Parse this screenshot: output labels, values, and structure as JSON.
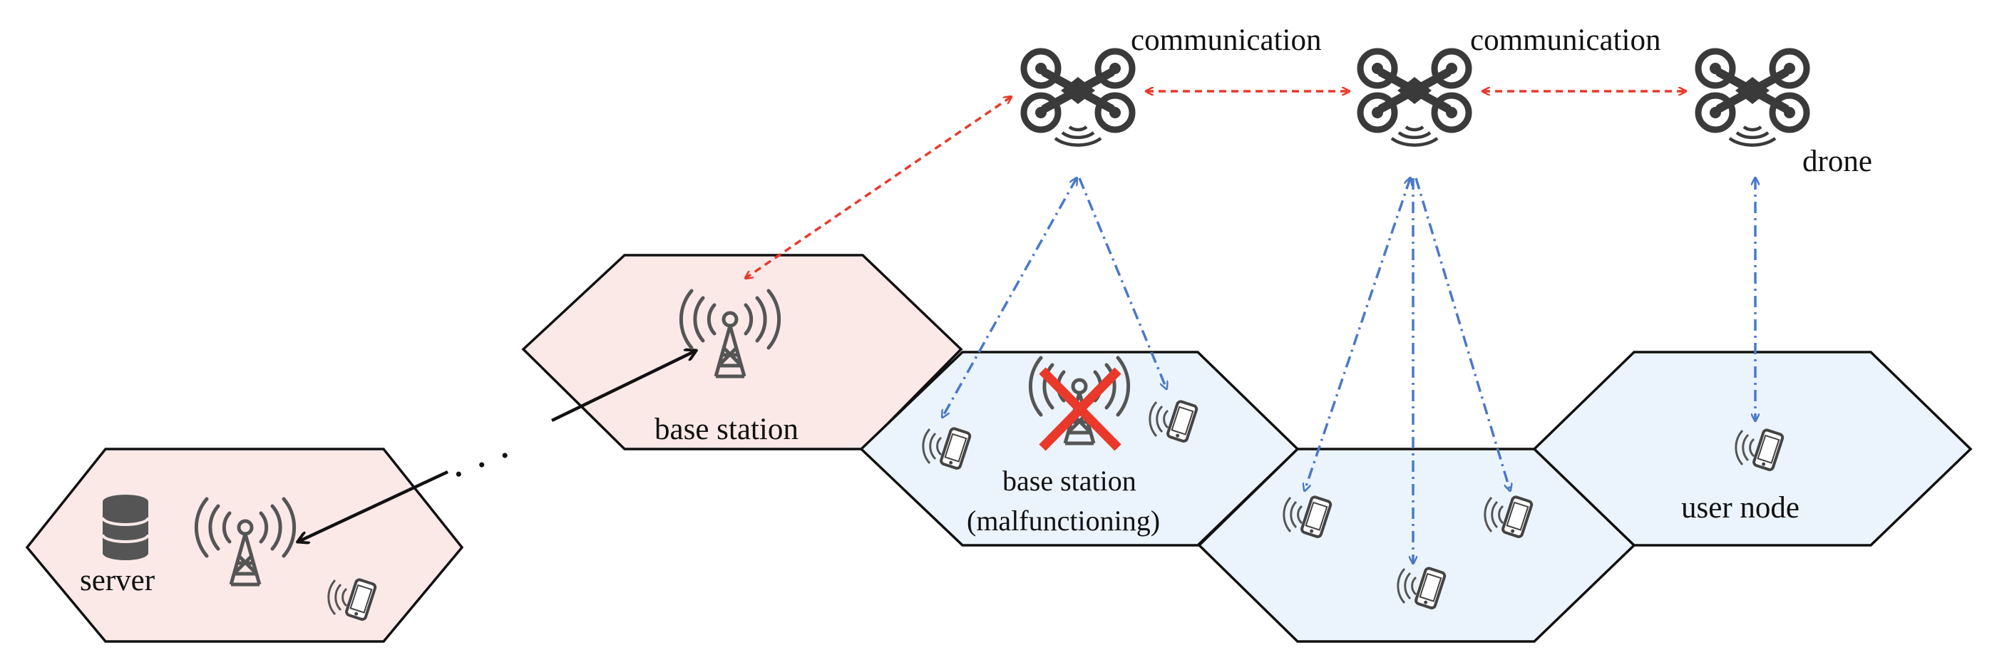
{
  "colors": {
    "cell_pink": "#fbe9e8",
    "cell_blue": "#ebf4fd",
    "cell_stroke": "#111111",
    "drone_link": "#e8392a",
    "user_link": "#4a78c8",
    "backhaul": "#111111",
    "icon": "#555555",
    "fail_cross": "#e8392a"
  },
  "labels": {
    "server": "server",
    "base_station": "base station",
    "malfunction_line1": "base station",
    "malfunction_line2": "(malfunctioning)",
    "user_node": "user node",
    "drone": "drone",
    "communication_1": "communication",
    "communication_2": "communication",
    "ellipsis": "· · ·"
  },
  "nodes": {
    "cells": [
      {
        "id": "server-cell",
        "fill": "pink"
      },
      {
        "id": "base-station-cell",
        "fill": "pink"
      },
      {
        "id": "malfunction-cell",
        "fill": "blue"
      },
      {
        "id": "middle-cell",
        "fill": "blue"
      },
      {
        "id": "user-node-cell",
        "fill": "blue"
      }
    ],
    "drones": [
      "drone-1",
      "drone-2",
      "drone-3"
    ],
    "icons": {
      "server": "database-icon",
      "tower": "cell-tower-icon",
      "phone": "mobile-phone-icon",
      "drone": "quadcopter-drone-icon",
      "failure": "red-x-icon"
    }
  },
  "edges": [
    {
      "from": "drone-1",
      "to": "drone-2",
      "style": "red-dashed-bidirectional",
      "label_ref": "communication_1"
    },
    {
      "from": "drone-2",
      "to": "drone-3",
      "style": "red-dashed-bidirectional",
      "label_ref": "communication_2"
    },
    {
      "from": "drone-1",
      "to": "base-station",
      "style": "red-dashed-bidirectional"
    },
    {
      "from": "drone-1",
      "to": "phone",
      "style": "blue-dashdot",
      "count": 2
    },
    {
      "from": "drone-2",
      "to": "phone",
      "style": "blue-dashdot",
      "count": 3
    },
    {
      "from": "drone-3",
      "to": "user-node",
      "style": "blue-dashdot"
    },
    {
      "from": "backhaul",
      "to": "base-station",
      "style": "black-solid-arrow"
    },
    {
      "from": "backhaul",
      "to": "server-tower",
      "style": "black-solid-arrow"
    }
  ]
}
